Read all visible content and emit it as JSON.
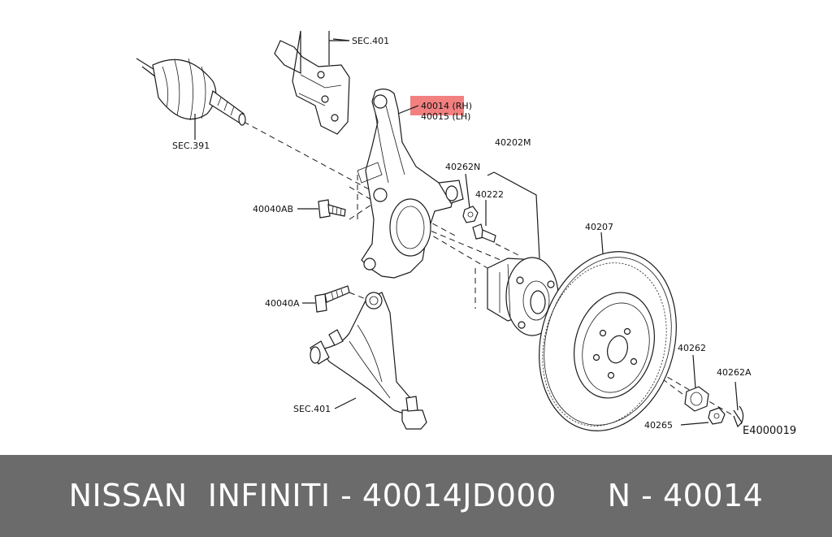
{
  "diagram": {
    "labels": {
      "sec401_top": "SEC.401",
      "part_40014": "40014 (RH)",
      "part_40015": "40015 (LH)",
      "sec391": "SEC.391",
      "part_40202m": "40202M",
      "part_40262n": "40262N",
      "part_40222": "40222",
      "part_40040ab": "40040AB",
      "part_40207": "40207",
      "part_40040a": "40040A",
      "part_40262": "40262",
      "part_40262a": "40262A",
      "sec401_bottom": "SEC.401",
      "part_40265": "40265",
      "diagram_id": "E4000019"
    },
    "highlight_color": "#f06a6a"
  },
  "footer": {
    "text": "NISSAN  INFINITI - 40014JD000     N - 40014",
    "background": "#6b6b6b"
  }
}
